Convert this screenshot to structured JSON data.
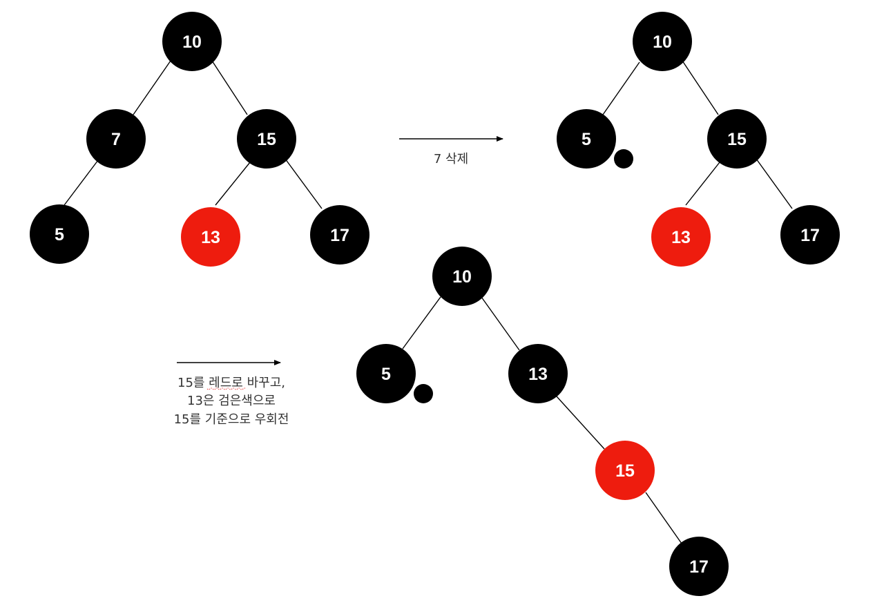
{
  "colors": {
    "black_node": "#000000",
    "red_node": "#ee1c0e",
    "node_text": "#ffffff",
    "caption_text": "#333333"
  },
  "tree_before": {
    "n10": "10",
    "n7": "7",
    "n15": "15",
    "n5": "5",
    "n13": "13",
    "n17": "17"
  },
  "step1": {
    "label": "7 삭제"
  },
  "tree_after_delete": {
    "n10": "10",
    "n5": "5",
    "n15": "15",
    "n13": "13",
    "n17": "17"
  },
  "step2": {
    "line1": "15를 레드로 바꾸고,",
    "line2": "13은 검은색으로",
    "line3": "15를 기준으로 우회전"
  },
  "tree_after_rotate": {
    "n10": "10",
    "n5": "5",
    "n13": "13",
    "n15": "15",
    "n17": "17"
  }
}
